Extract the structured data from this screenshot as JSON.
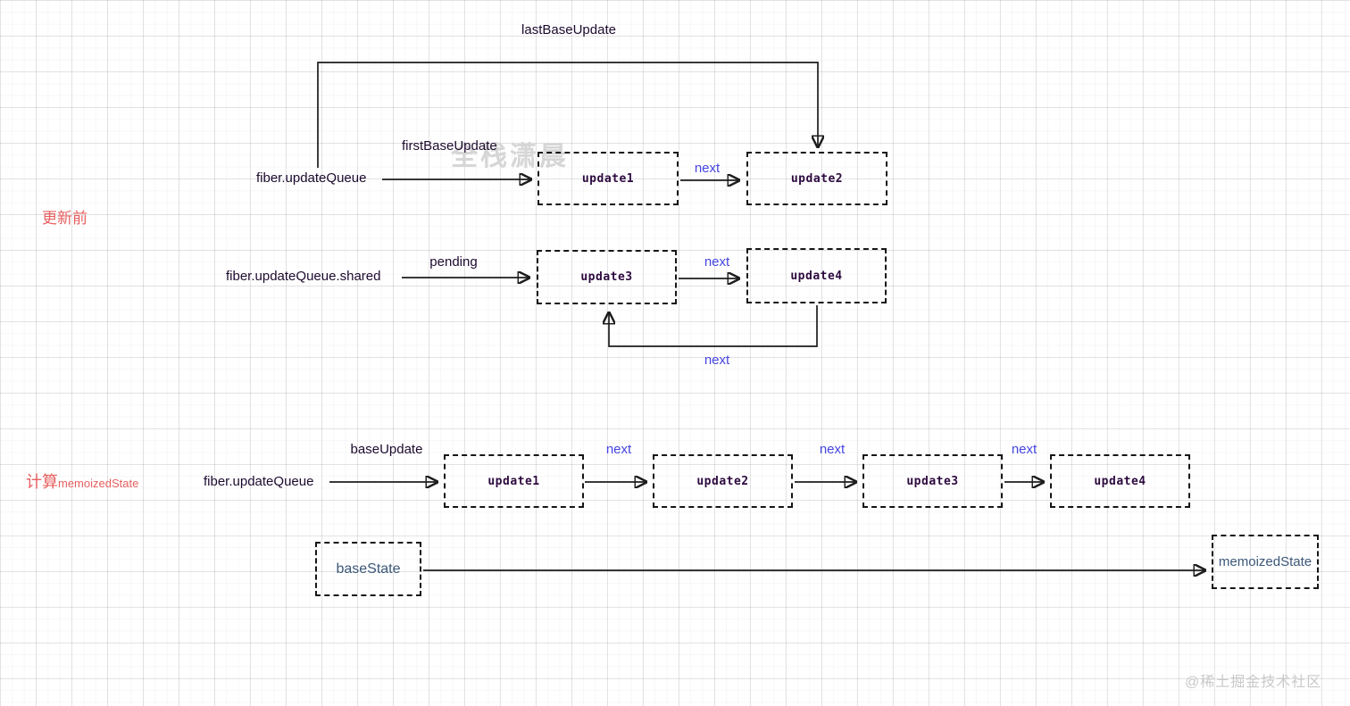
{
  "canvas": {
    "section1_label": "更新前",
    "section2_label_cn": "计算",
    "section2_label_en": "memoizedState",
    "last_base_update": "lastBaseUpdate",
    "first_base_update": "firstBaseUpdate",
    "fiber_update_queue": "fiber.updateQueue",
    "fiber_update_queue_shared": "fiber.updateQueue.shared",
    "pending": "pending",
    "base_update": "baseUpdate",
    "next": "next",
    "nodes": {
      "update1": "update1",
      "update2": "update2",
      "update3": "update3",
      "update4": "update4",
      "base_state": "baseState",
      "memoized_state": "memoizedState"
    }
  },
  "watermarks": {
    "author": "全栈潇晨",
    "community": "@稀土掘金技术社区"
  },
  "colors": {
    "label_text": "#1d0a2e",
    "next_link": "#4545e2",
    "section_red": "#e85f5f",
    "state_text": "#3b5878",
    "wire": "#1d1d1d",
    "node_code_text": "#2d0a3f",
    "watermark_gray": "#d6d6d6"
  }
}
